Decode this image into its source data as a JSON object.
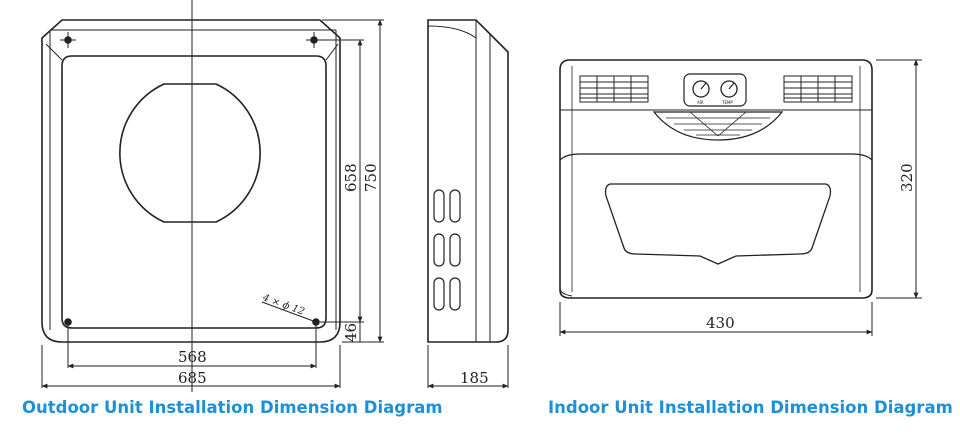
{
  "captions": {
    "outdoor": "Outdoor Unit Installation Dimension Diagram",
    "indoor": "Indoor Unit Installation Dimension Diagram"
  },
  "outdoor_front": {
    "dim_inner_width": "568",
    "dim_outer_width": "685",
    "dim_inner_height": "658",
    "dim_outer_height": "750",
    "dim_hole_offset": "46",
    "hole_callout": "4 × ϕ 12"
  },
  "outdoor_side": {
    "dim_depth": "185"
  },
  "indoor_front": {
    "dim_width": "430",
    "dim_height": "320",
    "knob_left_label": "AIR",
    "knob_right_label": "TEMP"
  },
  "colors": {
    "caption": "#1e90d8",
    "line": "#222222"
  }
}
